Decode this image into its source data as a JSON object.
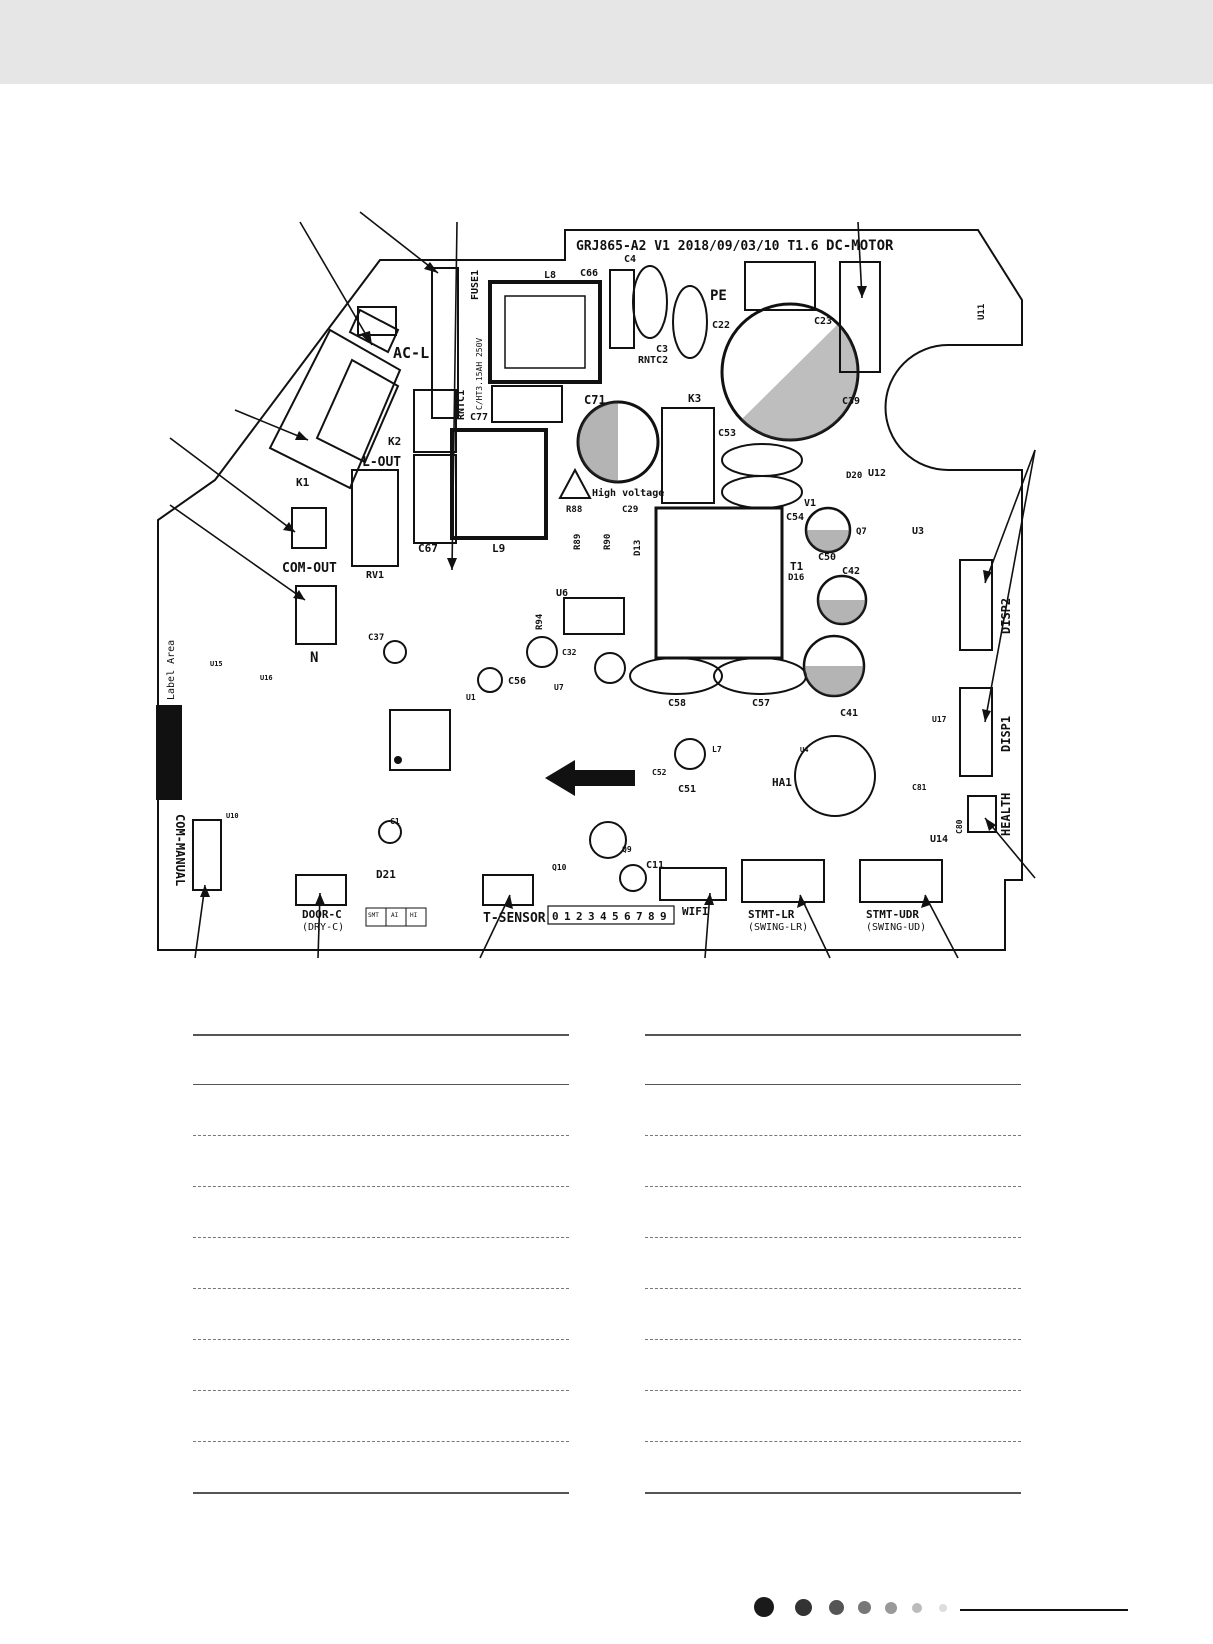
{
  "board": {
    "model_stamp": "GRJ865-A2  V1   2018/09/03/10  T1.6",
    "fuse_rating": "C/HT3.15AH 250V",
    "hv_warning": "High voltage",
    "label_area": "Label Area",
    "connectors": {
      "dc_motor": "DC-MOTOR",
      "ac_l": "AC-L",
      "l_out": "L-OUT",
      "com_out": "COM-OUT",
      "n": "N",
      "com_manual": "COM-MANUAL",
      "door_c": "DOOR-C",
      "dry_c": "(DRY-C)",
      "t_sensor": "T-SENSOR",
      "wifi": "WIFI",
      "stmt_lr": "STMT-LR",
      "swing_lr": "(SWING-LR)",
      "stmt_ud": "STMT-UDR",
      "swing_ud": "(SWING-UD)",
      "health": "HEALTH",
      "disp1": "DISP1",
      "disp2": "DISP2",
      "pe": "PE"
    },
    "components": {
      "fuse1": "FUSE1",
      "l8": "L8",
      "l9": "L9",
      "c4": "C4",
      "c66": "C66",
      "c22": "C22",
      "c23": "C23",
      "c3": "C3",
      "rntc2": "RNTC2",
      "rntc1": "RNTC1",
      "c77": "C77",
      "c71": "C71",
      "k3": "K3",
      "c53": "C53",
      "c39": "C39",
      "k1": "K1",
      "k2": "K2",
      "c67": "C67",
      "rv1": "RV1",
      "d20": "D20",
      "u12": "U12",
      "c54": "C54",
      "v1": "V1",
      "c50": "C50",
      "q7": "Q7",
      "u3": "U3",
      "t1": "T1",
      "d16": "D16",
      "c42": "C42",
      "c41": "C41",
      "c58": "C58",
      "c57": "C57",
      "c32": "C32",
      "c56": "C56",
      "c37": "C37",
      "u1": "U1",
      "u6": "U6",
      "u7": "U7",
      "c51": "C51",
      "c52": "C52",
      "ha1": "HA1",
      "l7": "L7",
      "u4": "U4",
      "u14": "U14",
      "u17": "U17",
      "c1": "C1",
      "d21": "D21",
      "c11": "C11",
      "q9": "Q9",
      "q10": "Q10",
      "u11": "U11",
      "d13": "D13",
      "r88": "R88",
      "c29": "C29",
      "r89": "R89",
      "r90": "R90",
      "r94": "R94",
      "u10": "U10",
      "u15": "U15",
      "u16": "U16",
      "c81": "C81",
      "c80": "C80"
    },
    "jumper_table": [
      "SMT",
      "AI",
      "HI"
    ],
    "digit_strip": [
      "0",
      "1",
      "2",
      "3",
      "4",
      "5",
      "6",
      "7",
      "8",
      "9"
    ]
  },
  "footer": {
    "progress_dots": 7
  }
}
